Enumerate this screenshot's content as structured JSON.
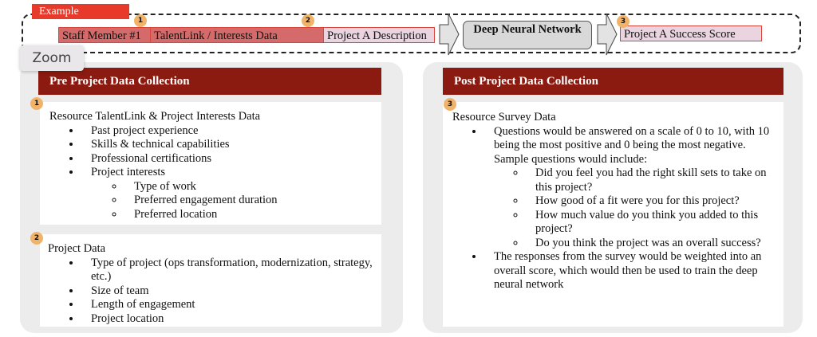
{
  "example_label": "Example",
  "flow": {
    "staff": "Staff Member #1",
    "talentlink": "TalentLink / Interests Data",
    "project_desc": "Project A Description",
    "dnn": "Deep Neural Network",
    "score": "Project A Success Score",
    "badges": [
      "1",
      "2",
      "3"
    ]
  },
  "zoom_label": "Zoom",
  "pre": {
    "title": "Pre Project Data Collection",
    "s1": {
      "badge": "1",
      "heading": "Resource TalentLink & Project Interests Data",
      "items": [
        "Past project experience",
        "Skills & technical capabilities",
        "Professional certifications",
        "Project interests"
      ],
      "sub": [
        "Type of work",
        "Preferred engagement duration",
        "Preferred location"
      ]
    },
    "s2": {
      "badge": "2",
      "heading": "Project Data",
      "items": [
        "Type of project (ops transformation, modernization, strategy, etc.)",
        "Size of team",
        "Length of engagement",
        "Project location"
      ]
    }
  },
  "post": {
    "title": "Post Project Data Collection",
    "badge": "3",
    "heading": "Resource Survey Data",
    "b1": "Questions would be answered on a scale of 0 to 10, with 10 being the most positive and 0 being the most negative. Sample questions would include:",
    "sub": [
      "Did you feel you had the right skill sets to take on this project?",
      "How good of a fit were you for this project?",
      "How much value do you think you added to this project?",
      "Do you think the project was an overall success?"
    ],
    "b2": "The responses from the survey would be weighted into an overall score, which would then be used to train the deep neural network"
  }
}
